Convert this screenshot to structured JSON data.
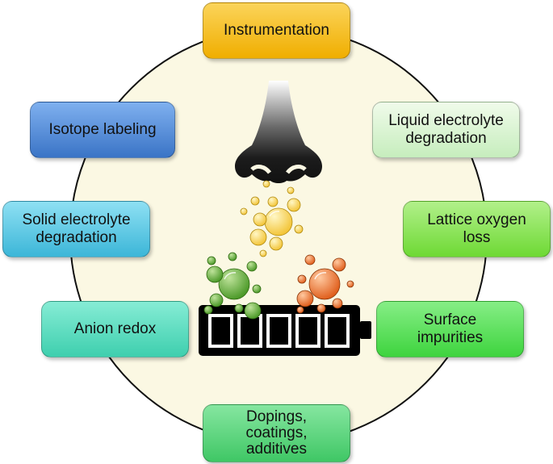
{
  "boxes": {
    "top": {
      "lines": [
        "Instrumentation"
      ],
      "color": "#f6b800"
    },
    "isotope": {
      "lines": [
        "Isotope labeling"
      ],
      "color": "#3f7fcf"
    },
    "solid": {
      "lines": [
        "Solid electrolyte",
        "degradation"
      ],
      "color": "#3bb8d8"
    },
    "anion": {
      "lines": [
        "Anion redox"
      ],
      "color": "#3fd3b0"
    },
    "liquid": {
      "lines": [
        "Liquid electrolyte",
        "degradation"
      ],
      "color": "#c8f0c0"
    },
    "lattice": {
      "lines": [
        "Lattice oxygen",
        "loss"
      ],
      "color": "#7de04a"
    },
    "surface": {
      "lines": [
        "Surface",
        "impurities"
      ],
      "color": "#44d844"
    },
    "dopings": {
      "lines": [
        "Dopings,",
        "coatings,",
        "additives"
      ],
      "color": "#44cc66"
    }
  },
  "colors": {
    "circle_fill": "#fbf8e3",
    "bubble_yellow": "#f5d24a",
    "bubble_green": "#5fa836",
    "bubble_orange": "#e86d28",
    "battery": "#000000",
    "nose": "#1a1a1a"
  },
  "icons": [
    "nose-icon",
    "battery-icon",
    "gas-bubbles"
  ]
}
